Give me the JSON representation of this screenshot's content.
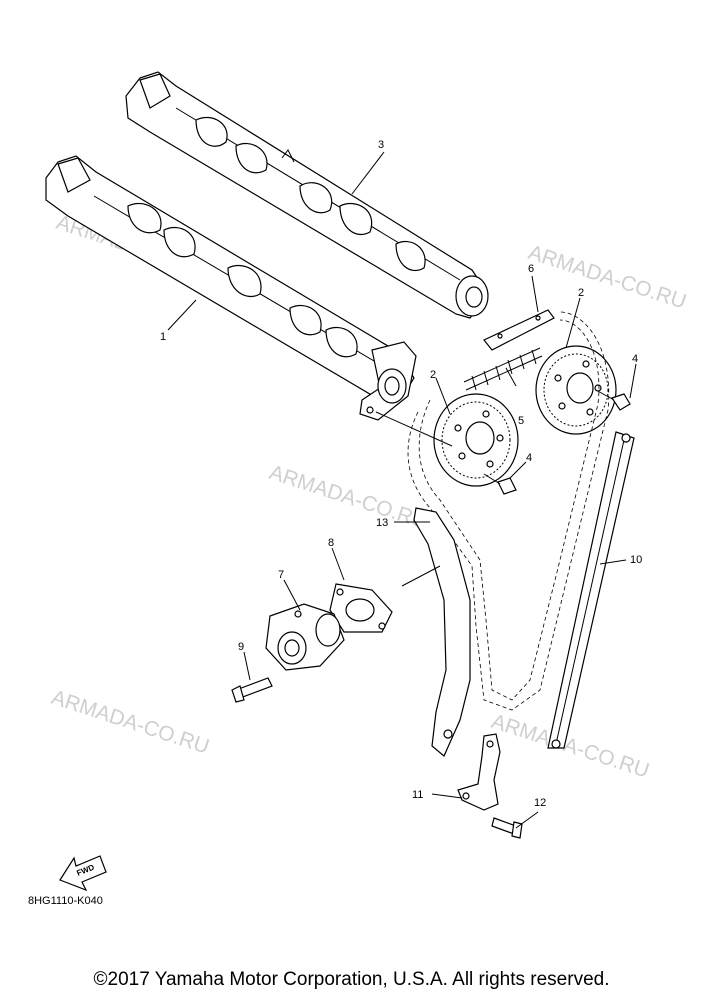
{
  "watermark": "ARMADA-CO.RU",
  "part_labels": {
    "p1": "1",
    "p2a": "2",
    "p2b": "2",
    "p3": "3",
    "p4a": "4",
    "p4b": "4",
    "p5": "5",
    "p6": "6",
    "p7": "7",
    "p8": "8",
    "p9": "9",
    "p10": "10",
    "p11": "11",
    "p12": "12",
    "p13": "13"
  },
  "fwd_label": "FWD",
  "diagram_code": "8HG1110-K040",
  "copyright": "©2017 Yamaha Motor Corporation, U.S.A. All rights reserved."
}
